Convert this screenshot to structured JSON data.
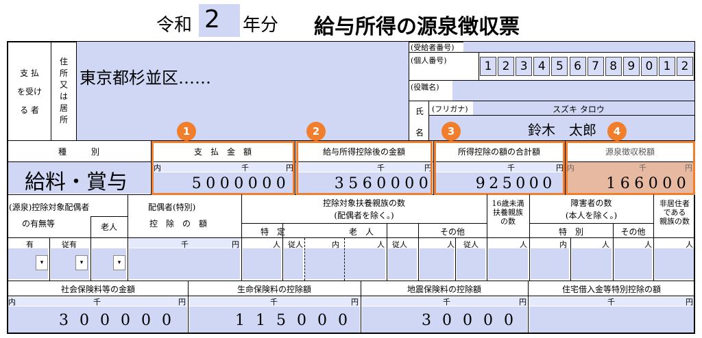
{
  "header": {
    "era": "令和",
    "year": "2",
    "year_suffix": "年分",
    "title": "給与所得の源泉徴収票"
  },
  "payee": {
    "label": "支 払\nを受け\nる 者",
    "address_label": "住所又は居所",
    "address": "東京都杉並区……",
    "recipient_no_label": "(受給者番号)",
    "personal_no_label": "(個人番号)",
    "personal_no_digits": [
      "1",
      "2",
      "3",
      "4",
      "5",
      "6",
      "7",
      "8",
      "9",
      "0",
      "1",
      "2"
    ],
    "position_label": "(役職名)",
    "name_label_1": "氏",
    "name_label_2": "名",
    "furigana_label": "(フリガナ)",
    "furigana": "スズキ タロウ",
    "name": "鈴木　太郎"
  },
  "amounts": {
    "type_label": "種　　　別",
    "type_value": "給料・賞与",
    "col1_label": "支　払　金　額",
    "col2_label": "給与所得控除後の金額",
    "col3_label": "所得控除の額の合計額",
    "col4_label": "源泉徴収税額",
    "unit_uchi": "内",
    "unit_sen": "千",
    "unit_en": "円",
    "col1_value": "5000000",
    "col2_value": "3560000",
    "col3_value": "925000",
    "col4_value": "166000",
    "badges": [
      "1",
      "2",
      "3",
      "4"
    ]
  },
  "dependents": {
    "spouse_exempt_label_1": "(源泉)控除対象配偶者",
    "spouse_exempt_label_2": "の有無等",
    "elderly_label": "老人",
    "spouse_special_label_1": "配偶者(特別)",
    "spouse_special_label_2": "控　除　の　額",
    "deps_label_1": "控除対象扶養親族の数",
    "deps_label_2": "(配偶者を除く。)",
    "specific_label": "特　定",
    "old_label": "老　人",
    "other_label": "その他",
    "under16_label": "16歳未満\n扶養親族\nの数",
    "disabled_label_1": "障害者の数",
    "disabled_label_2": "(本人を除く。)",
    "special_label": "特　別",
    "disabled_other_label": "その他",
    "nonres_label": "非居住者\nである\n親族の数",
    "yes_label": "有",
    "follow_label": "従有",
    "unit_nin": "人",
    "unit_junin": "従人",
    "unit_uchi": "内",
    "unit_sen": "千",
    "unit_en": "円",
    "dropdown_glyph": "▾"
  },
  "insurance": {
    "social_label": "社会保険料等の金額",
    "life_label": "生命保険料の控除額",
    "quake_label": "地震保険料の控除額",
    "housing_label": "住宅借入金等特別控除の額",
    "unit_uchi": "内",
    "unit_sen": "千",
    "unit_en": "円",
    "social_value": "300000",
    "life_value": "115000",
    "quake_value": "30000",
    "housing_value": ""
  }
}
